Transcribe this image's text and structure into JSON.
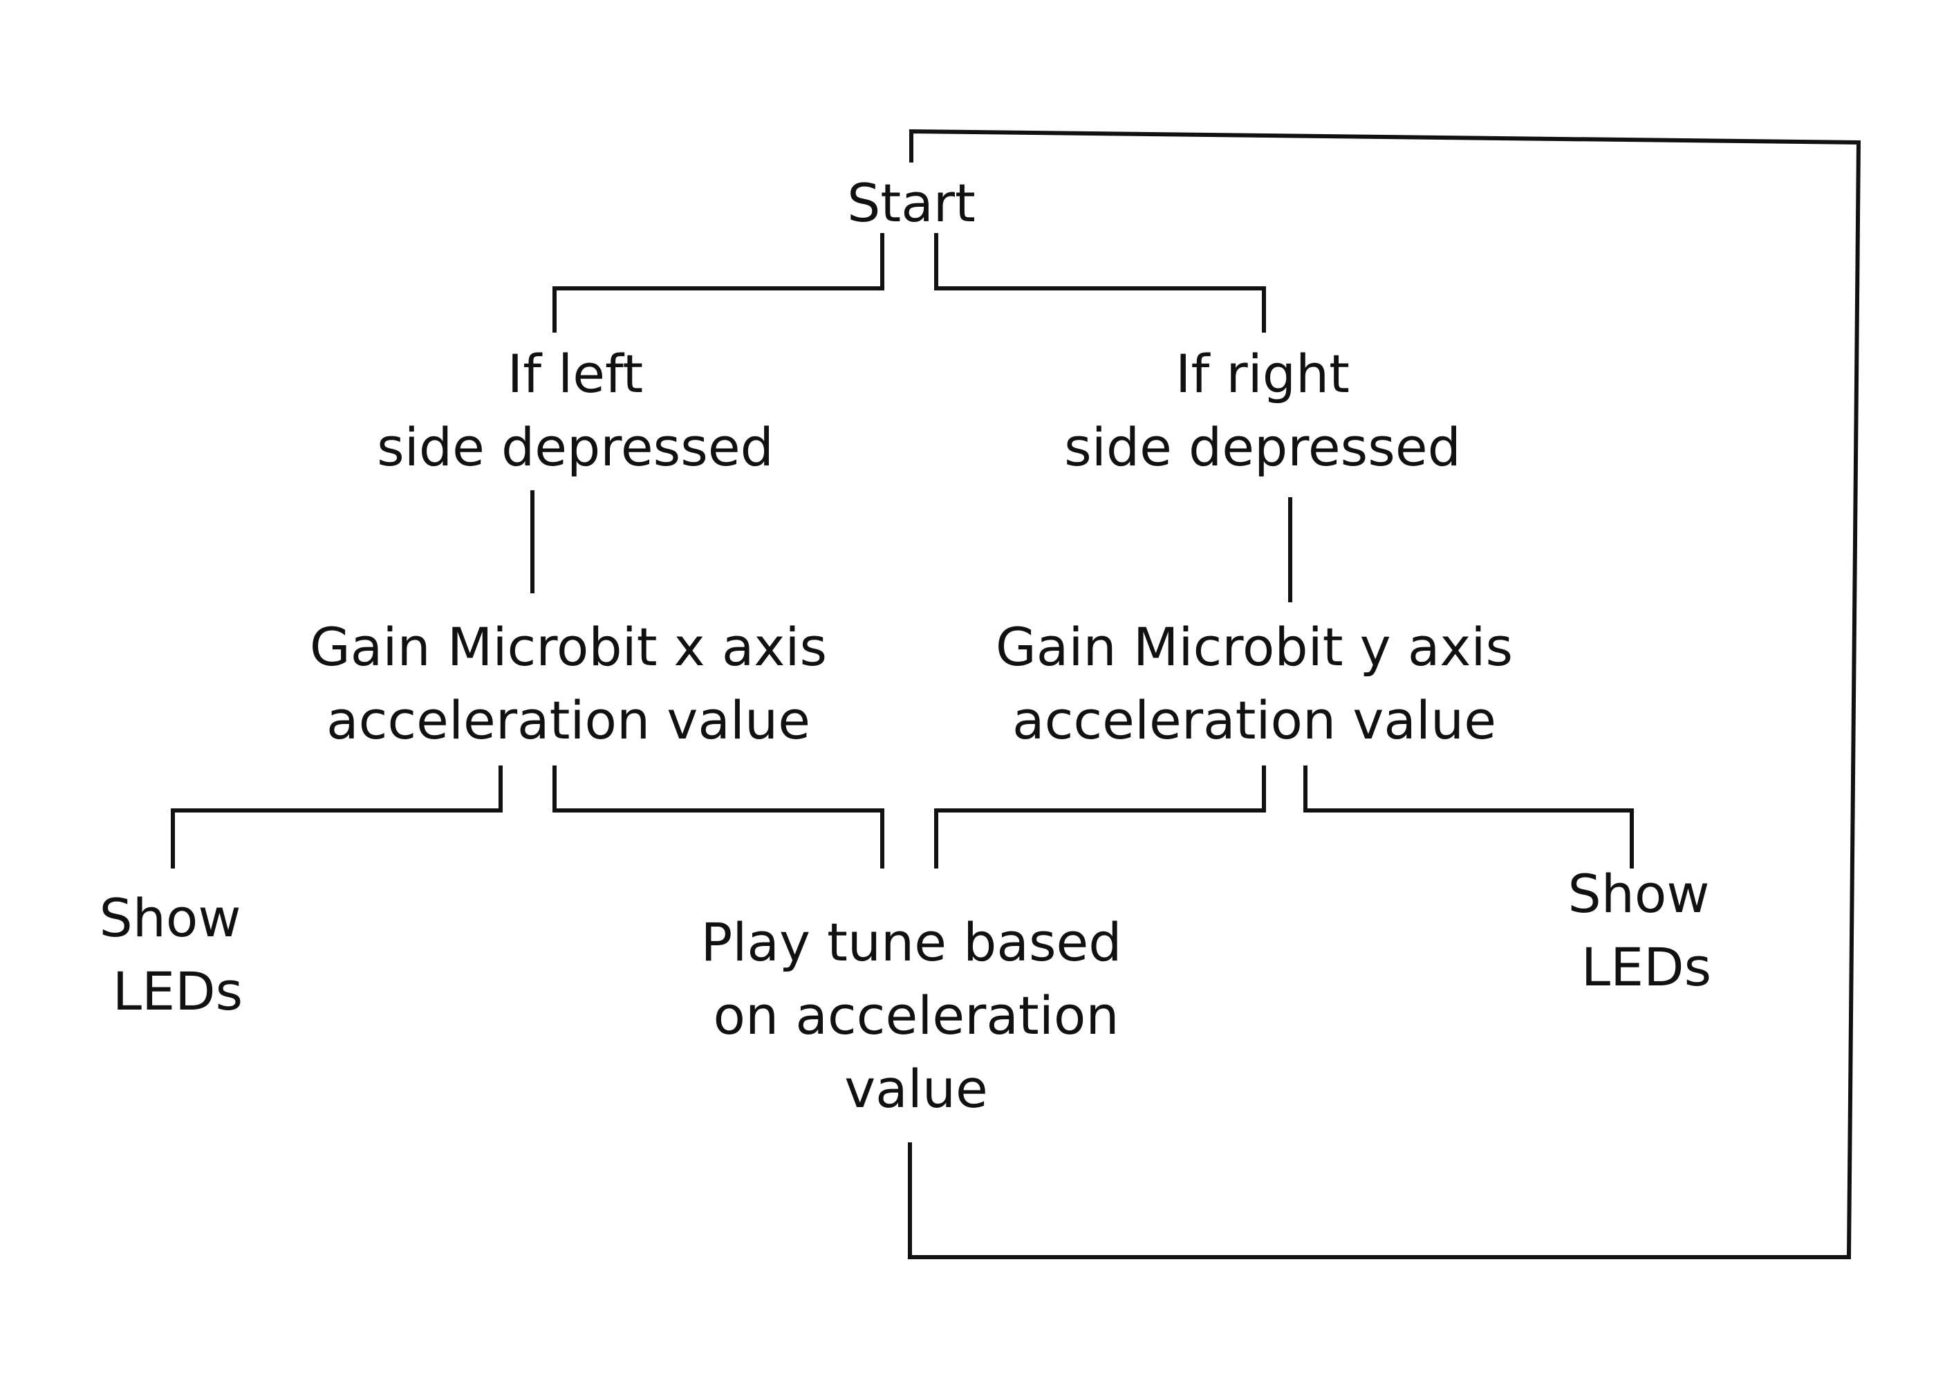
{
  "diagram": {
    "start": "Start",
    "left_condition": {
      "line1": "If left",
      "line2": "side depressed"
    },
    "right_condition": {
      "line1": "If right",
      "line2": "side depressed"
    },
    "left_action": {
      "line1": "Gain Microbit x axis",
      "line2": "acceleration value"
    },
    "right_action": {
      "line1": "Gain Microbit y axis",
      "line2": "acceleration value"
    },
    "left_leds": {
      "line1": "Show",
      "line2": "LEDs"
    },
    "right_leds": {
      "line1": "Show",
      "line2": "LEDs"
    },
    "play_tune": {
      "line1": "Play tune based",
      "line2": "on acceleration",
      "line3": "value"
    }
  },
  "colors": {
    "line": "#111111",
    "background": "#ffffff"
  }
}
